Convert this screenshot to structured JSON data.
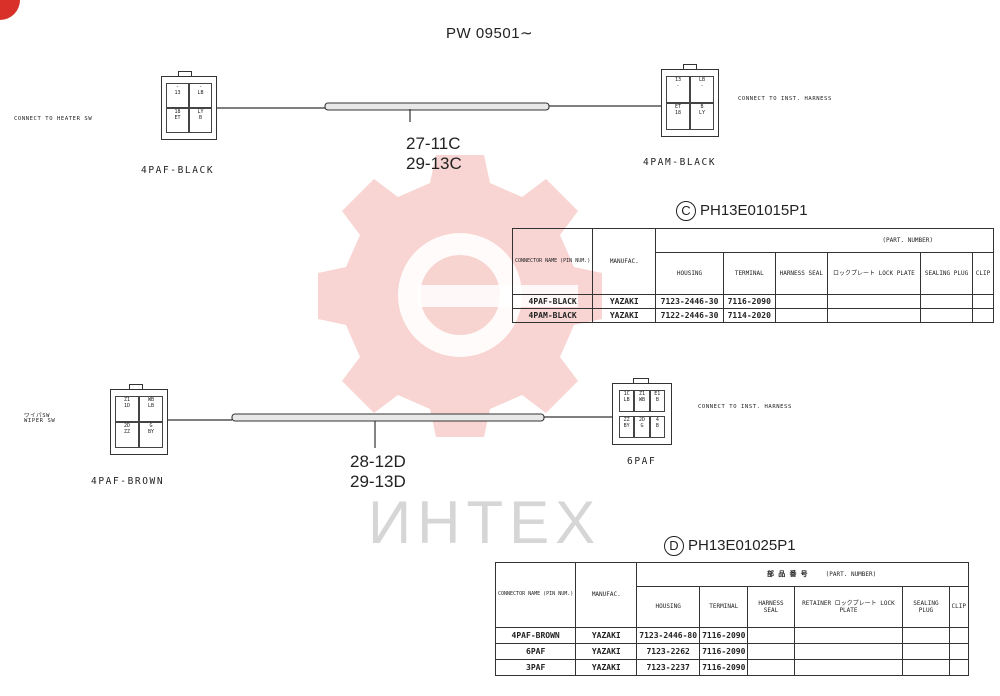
{
  "header": {
    "serial": "PW 09501∼"
  },
  "watermark": {
    "color": "#f4b9b5",
    "text": "ИНТЕХ"
  },
  "section_c": {
    "left_label": "CONNECT TO HEATER SW",
    "left_connector": "4PAF-BLACK",
    "left_pins": [
      [
        "-",
        "13"
      ],
      [
        "-",
        "LB"
      ],
      [
        "18",
        "ET"
      ],
      [
        "LY",
        "B"
      ]
    ],
    "wire_line1": "27-11C",
    "wire_line2": "29-13C",
    "right_connector": "4PAM-BLACK",
    "right_pins": [
      [
        "13",
        "-"
      ],
      [
        "LB",
        "-"
      ],
      [
        "ET",
        "18"
      ],
      [
        "B",
        "LY"
      ]
    ],
    "right_label": "CONNECT TO INST. HARNESS",
    "circle_letter": "C",
    "part_number": "PH13E01015P1",
    "table": {
      "connector_header": "CONNECTOR NAME (PIN NUM.)",
      "manuf_header": "MANUFAC.",
      "part_header": "(PART. NUMBER)",
      "cols": [
        "HOUSING",
        "TERMINAL",
        "HARNESS SEAL",
        "ロックプレート LOCK PLATE",
        "SEALING PLUG",
        "CLIP"
      ],
      "rows": [
        {
          "name": "4PAF-BLACK",
          "manuf": "YAZAKI",
          "housing": "7123-2446-30",
          "terminal": "7116-2090"
        },
        {
          "name": "4PAM-BLACK",
          "manuf": "YAZAKI",
          "housing": "7122-2446-30",
          "terminal": "7114-2020"
        }
      ]
    }
  },
  "section_d": {
    "left_label_line1": "ワイパSW",
    "left_label_line2": "WIPER SW",
    "left_connector": "4PAF-BROWN",
    "left_pins": [
      [
        "Z1",
        "1D"
      ],
      [
        "WB",
        "LB"
      ],
      [
        "2D",
        "ZZ"
      ],
      [
        "G",
        "BY"
      ]
    ],
    "wire_line1": "28-12D",
    "wire_line2": "29-13D",
    "right_connector": "6PAF",
    "right_pins_top": [
      [
        "1C",
        "Z1",
        "E1"
      ],
      [
        "LB",
        "WB",
        "B"
      ]
    ],
    "right_pins_bottom": [
      [
        "ZZ",
        "2D",
        "4"
      ],
      [
        "BY",
        "G",
        "B"
      ]
    ],
    "right_label": "CONNECT TO INST. HARNESS",
    "circle_letter": "D",
    "part_number": "PH13E01025P1",
    "table": {
      "connector_header": "CONNECTOR NAME (PIN NUM.)",
      "manuf_header": "MANUFAC.",
      "title_jp": "部 品 番 号",
      "part_header": "(PART. NUMBER)",
      "cols": [
        "HOUSING",
        "TERMINAL",
        "HARNESS SEAL",
        "RETAINER ロックプレート LOCK PLATE",
        "SEALING PLUG",
        "CLIP"
      ],
      "rows": [
        {
          "name": "4PAF-BROWN",
          "manuf": "YAZAKI",
          "housing": "7123-2446-80",
          "terminal": "7116-2090"
        },
        {
          "name": "6PAF",
          "manuf": "YAZAKI",
          "housing": "7123-2262",
          "terminal": "7116-2090"
        },
        {
          "name": "3PAF",
          "manuf": "YAZAKI",
          "housing": "7123-2237",
          "terminal": "7116-2090"
        }
      ]
    }
  }
}
